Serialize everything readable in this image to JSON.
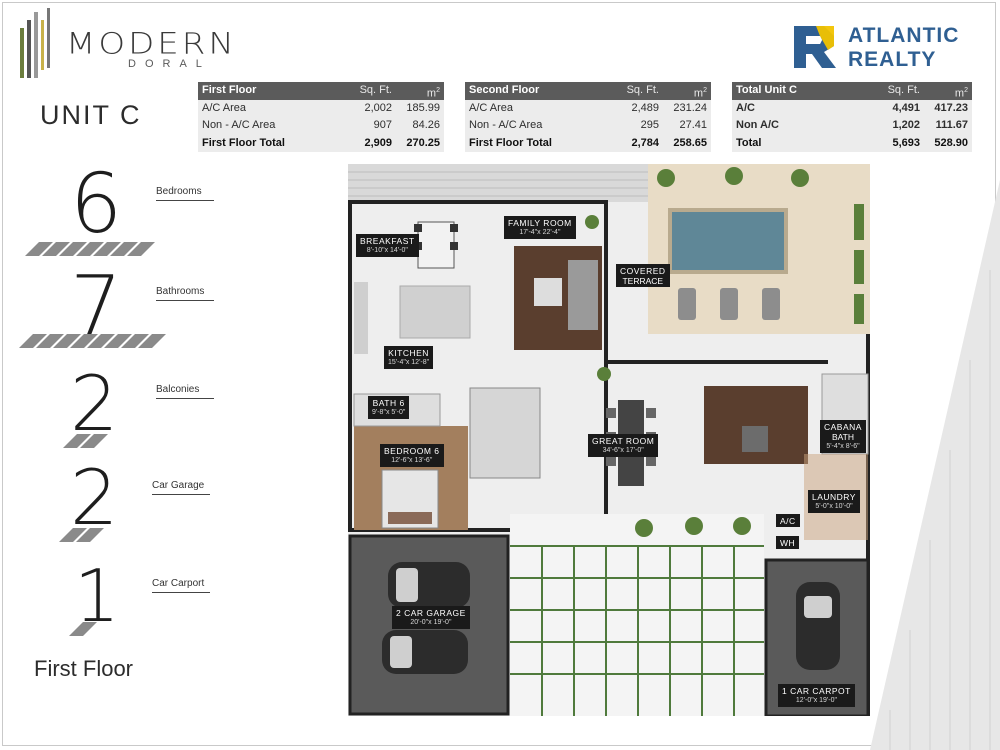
{
  "logo": {
    "word": "MODERN",
    "sub": "DORAL"
  },
  "brand": {
    "line1": "ATLANTIC",
    "line2": "REALTY",
    "accent": "#f2c300",
    "color": "#2f5f92"
  },
  "unit_title": "UNIT C",
  "tables": {
    "first": {
      "header": [
        "First Floor",
        "Sq. Ft.",
        "m"
      ],
      "rows": [
        [
          "A/C Area",
          "2,002",
          "185.99"
        ],
        [
          "Non - A/C Area",
          "907",
          "84.26"
        ]
      ],
      "total": [
        "First Floor Total",
        "2,909",
        "270.25"
      ]
    },
    "second": {
      "header": [
        "Second Floor",
        "Sq. Ft.",
        "m"
      ],
      "rows": [
        [
          "A/C Area",
          "2,489",
          "231.24"
        ],
        [
          "Non - A/C Area",
          "295",
          "27.41"
        ]
      ],
      "total": [
        "First Floor Total",
        "2,784",
        "258.65"
      ]
    },
    "total": {
      "header": [
        "Total Unit C",
        "Sq. Ft.",
        "m"
      ],
      "rows": [
        [
          "A/C",
          "4,491",
          "417.23"
        ],
        [
          "Non A/C",
          "1,202",
          "111.67"
        ]
      ],
      "total": [
        "Total",
        "5,693",
        "528.90"
      ]
    },
    "superscript": "2"
  },
  "stats": [
    {
      "value": "6",
      "label": "Bedrooms"
    },
    {
      "value": "7",
      "label": "Bathrooms"
    },
    {
      "value": "2",
      "label": "Balconies"
    },
    {
      "value": "2",
      "label": "Car Garage"
    },
    {
      "value": "1",
      "label": "Car Carport"
    }
  ],
  "floor_label": "First Floor",
  "rooms": {
    "breakfast": {
      "name": "BREAKFAST",
      "dim": "8'-10\"x 14'-0\""
    },
    "family": {
      "name": "FAMILY ROOM",
      "dim": "17'-4\"x 22'-4\""
    },
    "terrace": {
      "name": "COVERED",
      "name2": "TERRACE"
    },
    "kitchen": {
      "name": "KITCHEN",
      "dim": "15'-4\"x 12'-8\""
    },
    "bath6": {
      "name": "BATH 6",
      "dim": "9'-8\"x 5'-0\""
    },
    "bedroom6": {
      "name": "BEDROOM 6",
      "dim": "12'-6\"x 13'-6\""
    },
    "great": {
      "name": "GREAT ROOM",
      "dim": "34'-6\"x 17'-0\""
    },
    "cabana": {
      "name": "CABANA",
      "name2": "BATH",
      "dim": "5'-4\"x 8'-6\""
    },
    "laundry": {
      "name": "LAUNDRY",
      "dim": "5'-0\"x 10'-0\""
    },
    "ac": {
      "name": "A/C"
    },
    "wh": {
      "name": "WH"
    },
    "garage": {
      "name": "2 CAR GARAGE",
      "dim": "20'-0\"x 19'-0\""
    },
    "carport": {
      "name": "1 CAR CARPOT",
      "dim": "12'-0\"x 19'-0\""
    }
  }
}
